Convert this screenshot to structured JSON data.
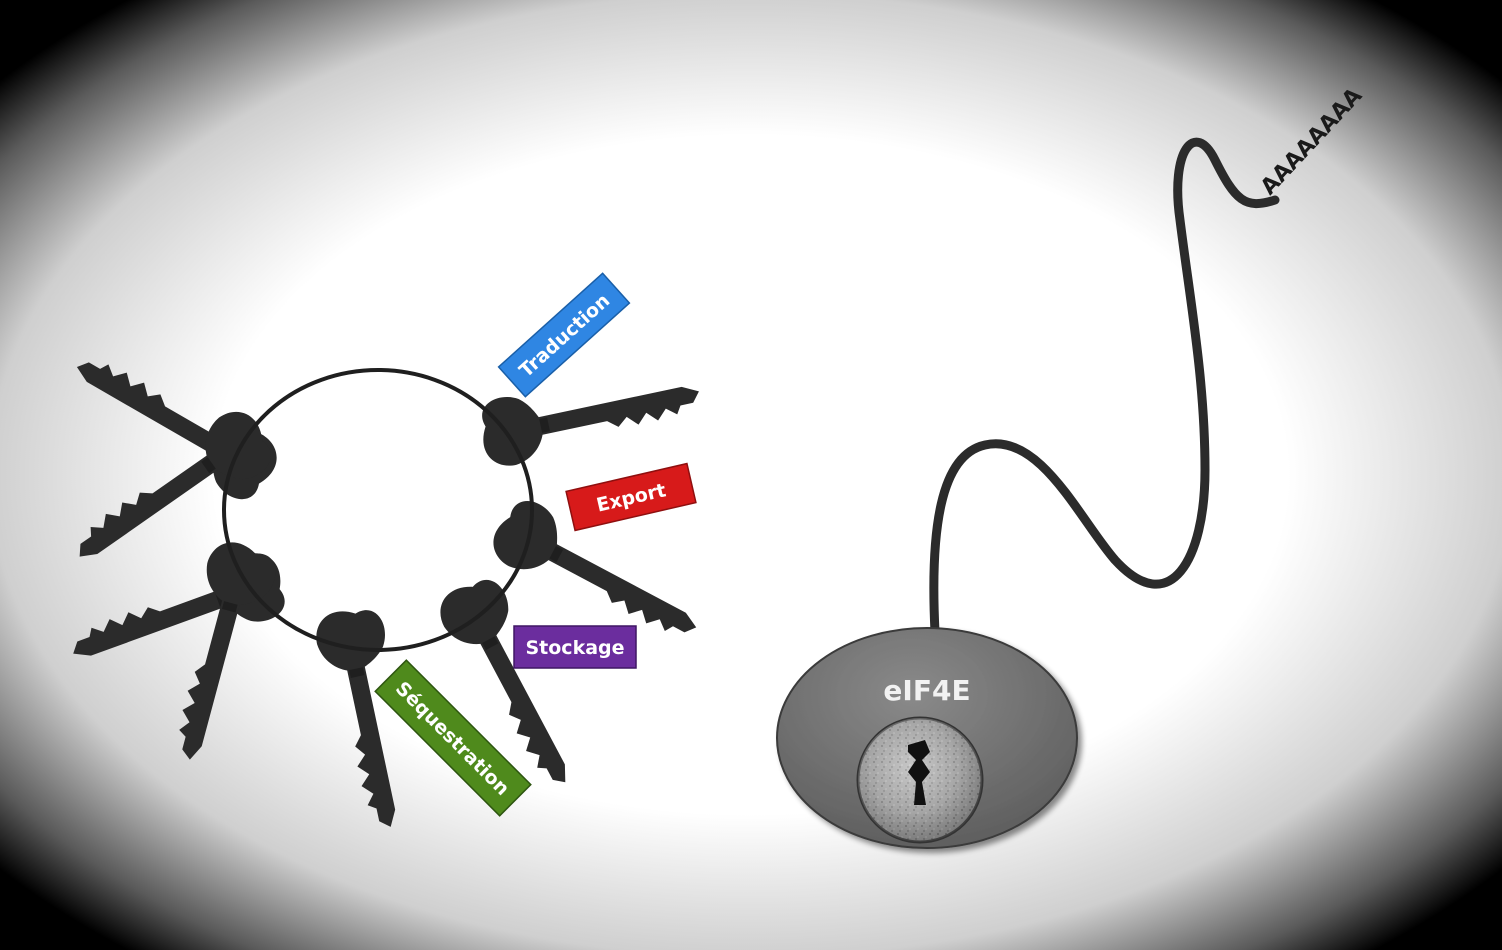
{
  "tags": {
    "traduction": {
      "label": "Traduction",
      "color": "#2f86e3"
    },
    "export": {
      "label": "Export",
      "color": "#d71a1a"
    },
    "stockage": {
      "label": "Stockage",
      "color": "#6b2d9e"
    },
    "sequestration": {
      "label": "Séquestration",
      "color": "#4f8a1c"
    }
  },
  "cap_protein": {
    "label": "eIF4E"
  },
  "polya_tail": {
    "label": "AAAAAAAA"
  },
  "colors": {
    "key": "#2b2b2b",
    "ring": "#1f1f1f",
    "mrna": "#2b2b2b",
    "cap_body": "#6e6e6e",
    "vignette": "#000000"
  }
}
